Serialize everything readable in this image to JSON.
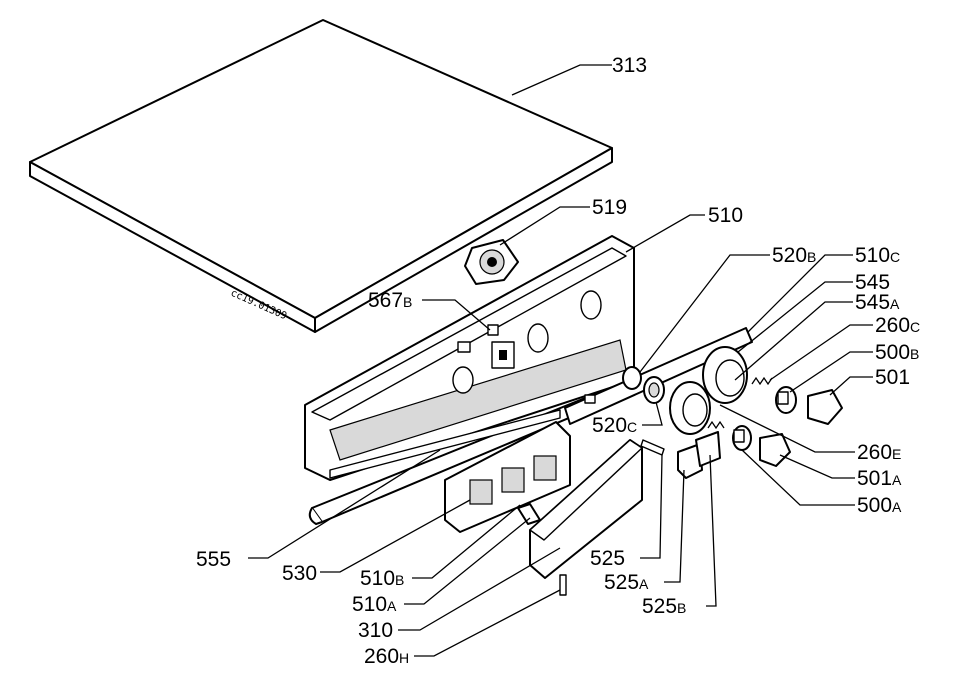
{
  "drawing_code": "cc19.01309",
  "labels": [
    {
      "id": "313",
      "main": "313",
      "sub": ""
    },
    {
      "id": "519",
      "main": "519",
      "sub": ""
    },
    {
      "id": "510",
      "main": "510",
      "sub": ""
    },
    {
      "id": "520b",
      "main": "520",
      "sub": "B"
    },
    {
      "id": "510c",
      "main": "510",
      "sub": "C"
    },
    {
      "id": "545",
      "main": "545",
      "sub": ""
    },
    {
      "id": "545a",
      "main": "545",
      "sub": "A"
    },
    {
      "id": "260c",
      "main": "260",
      "sub": "C"
    },
    {
      "id": "500b",
      "main": "500",
      "sub": "B"
    },
    {
      "id": "501",
      "main": "501",
      "sub": ""
    },
    {
      "id": "567b",
      "main": "567",
      "sub": "B"
    },
    {
      "id": "520c",
      "main": "520",
      "sub": "C"
    },
    {
      "id": "260e",
      "main": "260",
      "sub": "E"
    },
    {
      "id": "501a",
      "main": "501",
      "sub": "A"
    },
    {
      "id": "500a",
      "main": "500",
      "sub": "A"
    },
    {
      "id": "555",
      "main": "555",
      "sub": ""
    },
    {
      "id": "530",
      "main": "530",
      "sub": ""
    },
    {
      "id": "510b",
      "main": "510",
      "sub": "B"
    },
    {
      "id": "525",
      "main": "525",
      "sub": ""
    },
    {
      "id": "525a",
      "main": "525",
      "sub": "A"
    },
    {
      "id": "510a",
      "main": "510",
      "sub": "A"
    },
    {
      "id": "525b",
      "main": "525",
      "sub": "B"
    },
    {
      "id": "310",
      "main": "310",
      "sub": ""
    },
    {
      "id": "260h",
      "main": "260",
      "sub": "H"
    }
  ]
}
